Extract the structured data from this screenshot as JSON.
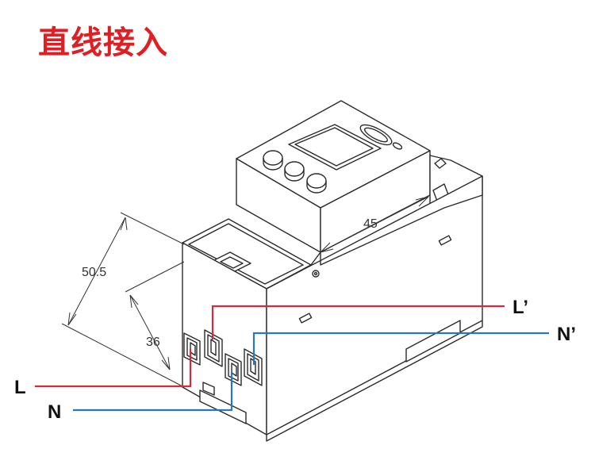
{
  "title": "直线接入",
  "colors": {
    "title": "#e01f24",
    "line_wire": "#d42a3a",
    "neutral_wire": "#2a77b8",
    "drawing": "#2b2b2b"
  },
  "dimensions": {
    "height_outer": "50.5",
    "height_inner": "36",
    "width_top": "45"
  },
  "wire_labels": {
    "L_in": "L",
    "N_in": "N",
    "L_out": "L’",
    "N_out": "N’"
  }
}
